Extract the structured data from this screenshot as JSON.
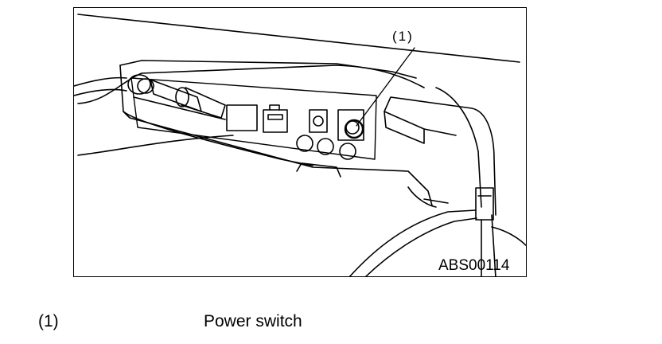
{
  "figure": {
    "callout": "(1)",
    "figure_id": "ABS00114",
    "icons": [
      "power-switch-icon",
      "connector-port-icon",
      "cable-icon",
      "bracket-clamp-icon"
    ],
    "line_color": "#000000",
    "background_color": "#ffffff"
  },
  "legend": {
    "items": [
      {
        "number": "(1)",
        "text": "Power switch"
      }
    ]
  }
}
